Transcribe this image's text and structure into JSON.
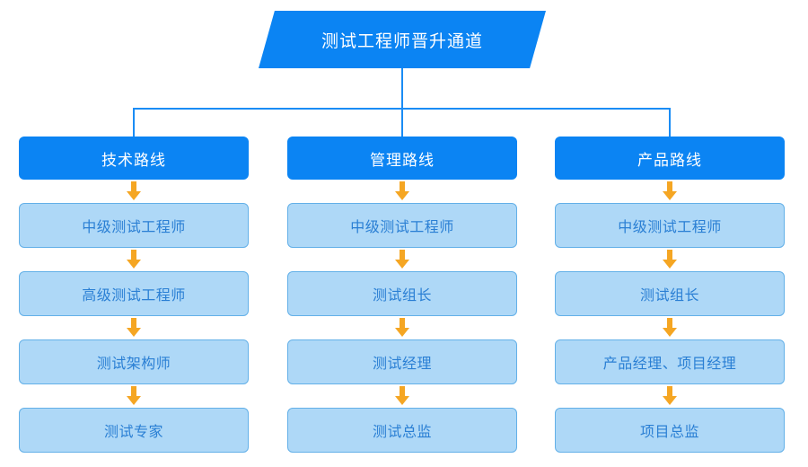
{
  "diagram": {
    "title": "测试工程师晋升通道",
    "colors": {
      "header_blue": "#0b84f3",
      "node_fill": "#aed8f7",
      "node_border": "#63b0e8",
      "node_text": "#2a7fd4",
      "connector": "#1a8cf5",
      "arrow": "#f5a623",
      "title_text": "#ffffff",
      "background": "#ffffff"
    },
    "arrow_icon": "arrow-down-icon",
    "columns": [
      {
        "header": "技术路线",
        "steps": [
          "中级测试工程师",
          "高级测试工程师",
          "测试架构师",
          "测试专家"
        ]
      },
      {
        "header": "管理路线",
        "steps": [
          "中级测试工程师",
          "测试组长",
          "测试经理",
          "测试总监"
        ]
      },
      {
        "header": "产品路线",
        "steps": [
          "中级测试工程师",
          "测试组长",
          "产品经理、项目经理",
          "项目总监"
        ]
      }
    ]
  }
}
